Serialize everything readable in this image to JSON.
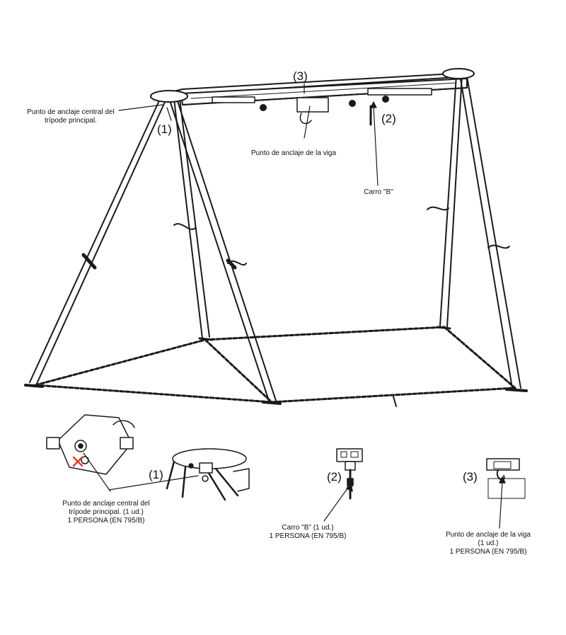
{
  "main_view": {
    "callout_1": {
      "number": "(1)",
      "text_lines": [
        "Punto de anclaje central del",
        "trípode principal."
      ]
    },
    "callout_2": {
      "number": "(2)",
      "text": "Carro \"B\""
    },
    "callout_3": {
      "number": "(3)",
      "text": "Punto de anclaje de la viga"
    }
  },
  "details": [
    {
      "number": "(1)",
      "text_lines": [
        "Punto de anclaje central del",
        "trípode principal. (1 ud.)",
        "1 PERSONA (EN 795/B)"
      ]
    },
    {
      "number": "(2)",
      "text_lines": [
        "Carro \"B\" (1 ud.)",
        "1 PERSONA (EN 795/B)"
      ]
    },
    {
      "number": "(3)",
      "text_lines": [
        "Punto de anclaje de la viga",
        "(1 ud.)",
        "1 PERSONA (EN 795/B)"
      ]
    }
  ],
  "colors": {
    "line": "#1a1a1a",
    "accent_mark": "#d9402b"
  }
}
